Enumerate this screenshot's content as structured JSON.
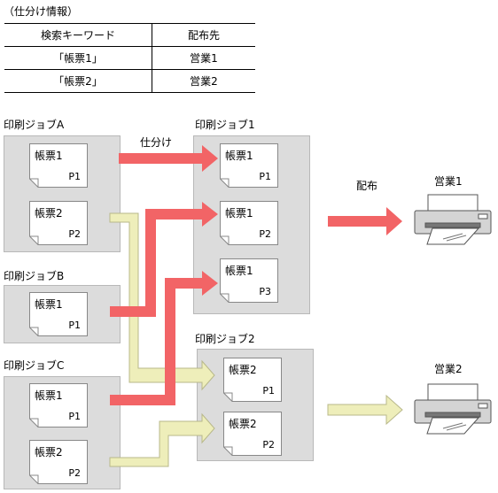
{
  "rule_table": {
    "title": "（仕分け情報）",
    "headers": [
      "検索キーワード",
      "配布先"
    ],
    "rows": [
      {
        "keyword": "「帳票1」",
        "dest": "営業1"
      },
      {
        "keyword": "「帳票2」",
        "dest": "営業2"
      }
    ]
  },
  "labels": {
    "sort": "仕分け",
    "distribute": "配布"
  },
  "jobs": {
    "a": {
      "title": "印刷ジョブA",
      "docs": [
        {
          "name": "帳票1",
          "page": "P1"
        },
        {
          "name": "帳票2",
          "page": "P2"
        }
      ]
    },
    "b": {
      "title": "印刷ジョブB",
      "docs": [
        {
          "name": "帳票1",
          "page": "P1"
        }
      ]
    },
    "c": {
      "title": "印刷ジョブC",
      "docs": [
        {
          "name": "帳票1",
          "page": "P1"
        },
        {
          "name": "帳票2",
          "page": "P2"
        }
      ]
    },
    "j1": {
      "title": "印刷ジョブ1",
      "docs": [
        {
          "name": "帳票1",
          "page": "P1"
        },
        {
          "name": "帳票1",
          "page": "P2"
        },
        {
          "name": "帳票1",
          "page": "P3"
        }
      ]
    },
    "j2": {
      "title": "印刷ジョブ2",
      "docs": [
        {
          "name": "帳票2",
          "page": "P1"
        },
        {
          "name": "帳票2",
          "page": "P2"
        }
      ]
    }
  },
  "printers": [
    {
      "name": "営業1"
    },
    {
      "name": "営業2"
    }
  ],
  "colors": {
    "red_arrow": "#f26466",
    "yellow_arrow": "#eeeeba",
    "yellow_edge": "#b8b88a",
    "job_bg": "#dcdcdc"
  }
}
